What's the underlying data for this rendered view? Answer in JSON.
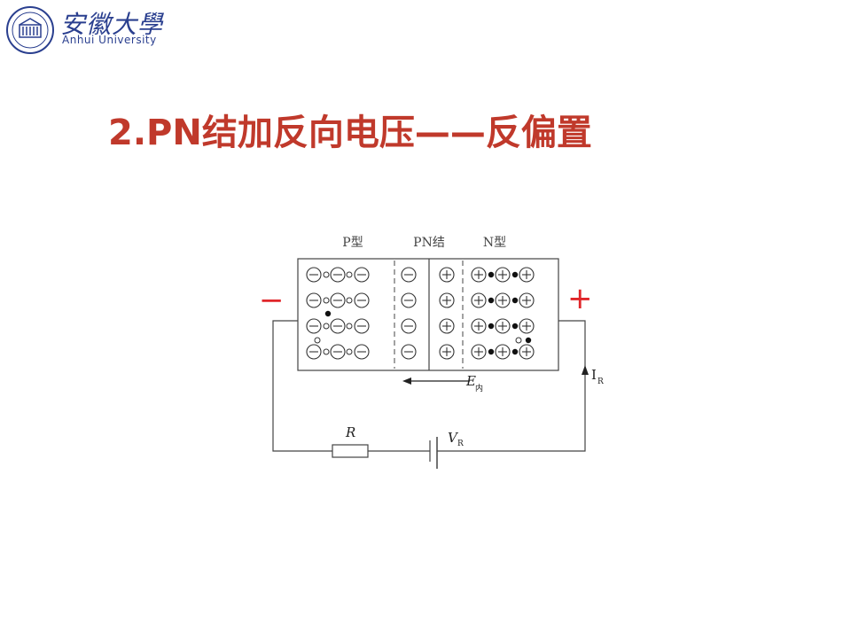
{
  "header": {
    "university_cn": "安徽大學",
    "university_en": "Anhui University"
  },
  "title": "2.PN结加反向电压——反偏置",
  "diagram": {
    "labels": {
      "p_region": "P型",
      "junction": "PN结",
      "n_region": "N型",
      "minus_terminal": "−",
      "plus_terminal": "+",
      "resistor": "R",
      "source": "V",
      "source_sub": "R",
      "current": "I",
      "current_sub": "R",
      "field": "E",
      "field_sub": "内"
    }
  },
  "colors": {
    "title": "#c0392b",
    "terminal": "#e0262a",
    "logo": "#2a3f8f"
  }
}
